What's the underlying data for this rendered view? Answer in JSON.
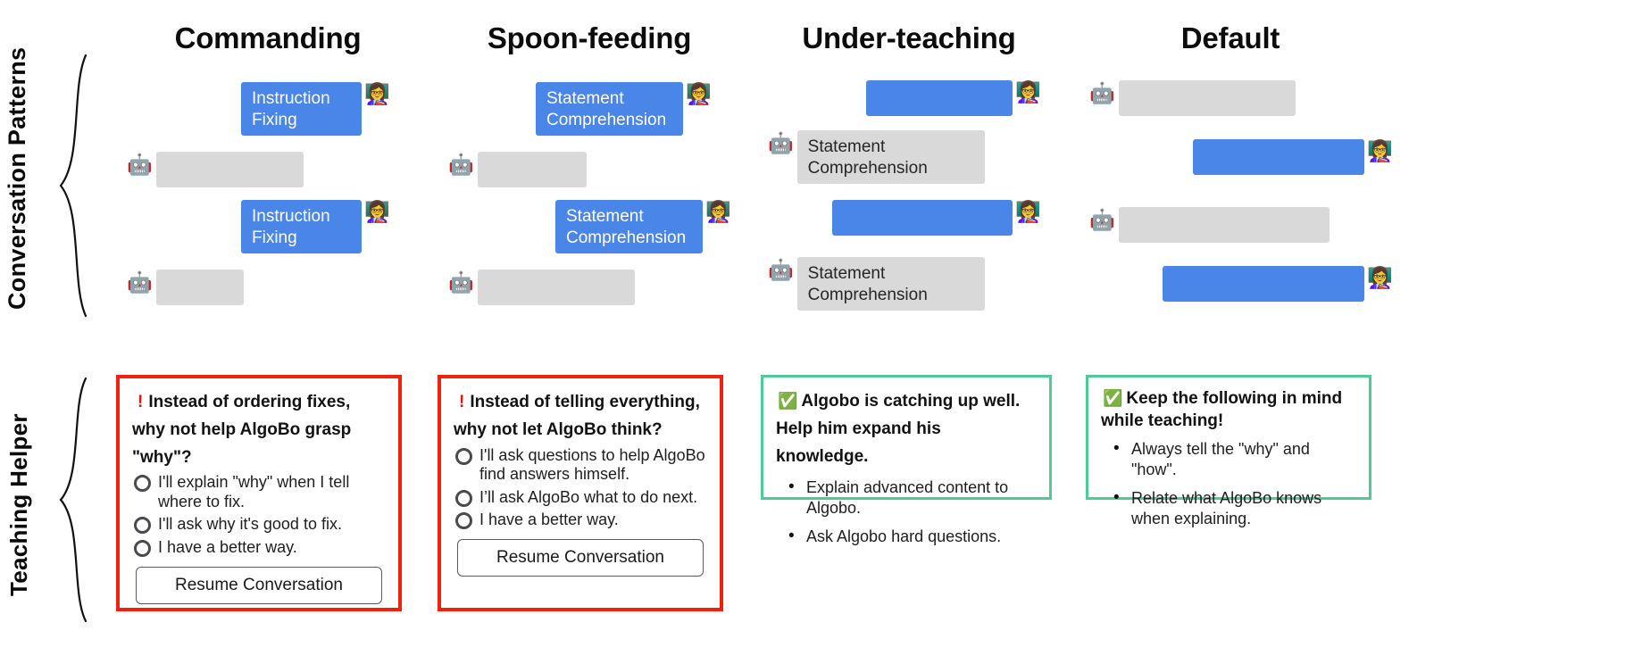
{
  "rails": [
    {
      "label": "Conversation Patterns"
    },
    {
      "label": "Teaching Helper"
    }
  ],
  "columns": [
    {
      "title": "Commanding",
      "conversation": [
        {
          "speaker": "teacher",
          "avatar": "teacher-icon",
          "text": "Instruction\nFixing",
          "blank": false
        },
        {
          "speaker": "student",
          "avatar": "robot-icon",
          "text": "",
          "blank": true
        },
        {
          "speaker": "teacher",
          "avatar": "teacher-icon",
          "text": "Instruction\nFixing",
          "blank": false
        },
        {
          "speaker": "student",
          "avatar": "robot-icon",
          "text": "",
          "blank": true
        }
      ],
      "helper": {
        "tone": "warn",
        "marker": "!",
        "marker_icon": "exclamation-icon",
        "headline": "Instead of ordering fixes, why not help AlgoBo grasp \"why\"?",
        "options": [
          "I'll explain \"why\" when I tell where to fix.",
          "I'll ask why it's good to fix.",
          "I have a better way."
        ],
        "button": "Resume Conversation"
      }
    },
    {
      "title": "Spoon-feeding",
      "conversation": [
        {
          "speaker": "teacher",
          "avatar": "teacher-icon",
          "text": "Statement\nComprehension",
          "blank": false
        },
        {
          "speaker": "student",
          "avatar": "robot-icon",
          "text": "",
          "blank": true
        },
        {
          "speaker": "teacher",
          "avatar": "teacher-icon",
          "text": "Statement\nComprehension",
          "blank": false
        },
        {
          "speaker": "student",
          "avatar": "robot-icon",
          "text": "",
          "blank": true
        }
      ],
      "helper": {
        "tone": "warn",
        "marker": "!",
        "marker_icon": "exclamation-icon",
        "headline": "Instead of telling everything, why not let AlgoBo think?",
        "options": [
          "I'll ask questions to help AlgoBo find answers himself.",
          "I’ll ask AlgoBo what to do next.",
          "I have a better way."
        ],
        "button": "Resume Conversation"
      }
    },
    {
      "title": "Under-teaching",
      "conversation": [
        {
          "speaker": "teacher",
          "avatar": "teacher-icon",
          "text": "",
          "blank": true
        },
        {
          "speaker": "student",
          "avatar": "robot-icon",
          "text": "Statement\nComprehension",
          "blank": false
        },
        {
          "speaker": "teacher",
          "avatar": "teacher-icon",
          "text": "",
          "blank": true
        },
        {
          "speaker": "student",
          "avatar": "robot-icon",
          "text": "Statement\nComprehension",
          "blank": false
        }
      ],
      "helper": {
        "tone": "ok",
        "marker": "✅",
        "marker_icon": "check-box-icon",
        "headline": "Algobo is catching up well. Help him expand his knowledge.",
        "bullets": [
          "Explain advanced content to Algobo.",
          "Ask Algobo hard questions."
        ]
      }
    },
    {
      "title": "Default",
      "conversation": [
        {
          "speaker": "student",
          "avatar": "robot-icon",
          "text": "",
          "blank": true
        },
        {
          "speaker": "teacher",
          "avatar": "teacher-icon",
          "text": "",
          "blank": true
        },
        {
          "speaker": "student",
          "avatar": "robot-icon",
          "text": "",
          "blank": true
        },
        {
          "speaker": "teacher",
          "avatar": "teacher-icon",
          "text": "",
          "blank": true
        }
      ],
      "helper": {
        "tone": "ok",
        "marker": "✅",
        "marker_icon": "check-box-icon",
        "headline": "Keep the following in mind while teaching!",
        "bullets": [
          "Always tell the \"why\" and \"how\".",
          "Relate what AlgoBo knows when explaining."
        ]
      }
    }
  ],
  "icons": {
    "teacher": "👩‍🏫",
    "robot": "🤖"
  },
  "colors": {
    "teacher_bubble": "#4a86e8",
    "student_bubble": "#d9d9d9",
    "warn_border": "#f0210f",
    "ok_border": "#4fcb98",
    "exclamation": "#e8130a"
  }
}
